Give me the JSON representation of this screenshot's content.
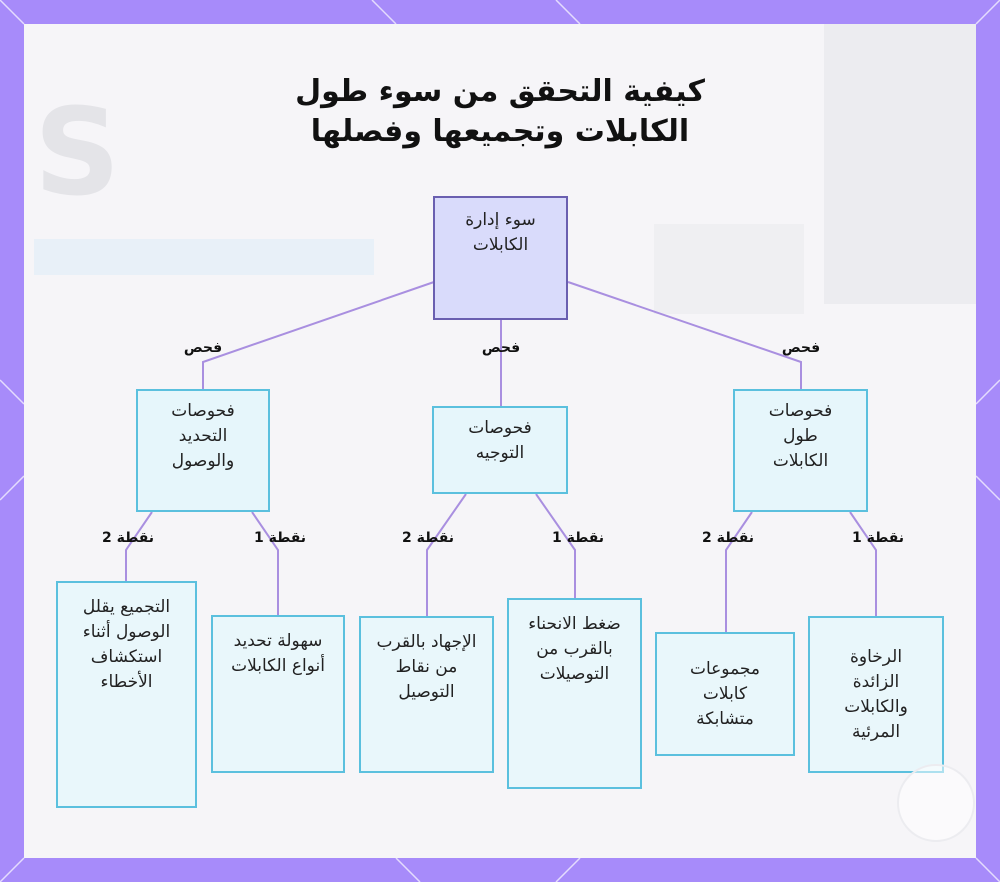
{
  "title_lines": [
    "كيفية التحقق من سوء طول",
    "الكابلات وتجميعها وفصلها"
  ],
  "root": "سوء إدارة الكابلات",
  "branches": [
    {
      "edge_label": "فحص",
      "label": "فحوصات التحديد والوصول",
      "children": [
        {
          "edge_label": "نقطة 2",
          "label": "التجميع يقلل الوصول أثناء استكشاف الأخطاء"
        },
        {
          "edge_label": "نقطة 1",
          "label": "سهولة تحديد أنواع الكابلات"
        }
      ]
    },
    {
      "edge_label": "فحص",
      "label": "فحوصات التوجيه",
      "children": [
        {
          "edge_label": "نقطة 2",
          "label": "الإجهاد بالقرب من نقاط التوصيل"
        },
        {
          "edge_label": "نقطة 1",
          "label": "ضغط الانحناء بالقرب من التوصيلات"
        }
      ]
    },
    {
      "edge_label": "فحص",
      "label": "فحوصات طول الكابلات",
      "children": [
        {
          "edge_label": "نقطة 2",
          "label": "مجموعات كابلات متشابكة"
        },
        {
          "edge_label": "نقطة 1",
          "label": "الرخاوة الزائدة والكابلات المرئية"
        }
      ]
    }
  ],
  "colors": {
    "frame": "#a78bfa",
    "root_fill": "#d9dbfb",
    "root_border": "#6a5fb0",
    "node_fill": "#e6f6fb",
    "node_border": "#5bc0de",
    "connector": "#a98fe0"
  }
}
